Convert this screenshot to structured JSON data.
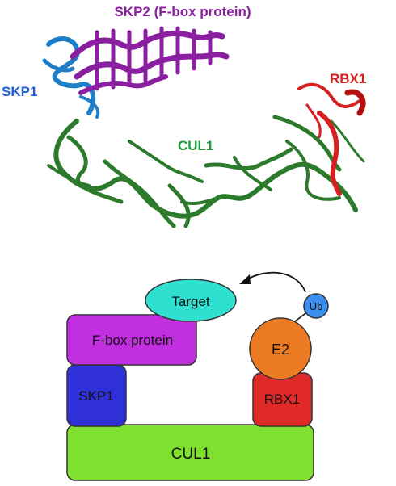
{
  "structure": {
    "labels": {
      "skp2": "SKP2 (F-box protein)",
      "skp1": "SKP1",
      "cul1": "CUL1",
      "rbx1": "RBX1"
    },
    "colors": {
      "skp2": "#8a1fa0",
      "skp1": "#1f5fd6",
      "skp1_ribbon": "#1e7fc8",
      "cul1_label": "#1e9e3a",
      "cul1_ribbon": "#2c7a2c",
      "rbx1": "#d62020"
    }
  },
  "schematic": {
    "labels": {
      "target": "Target",
      "fbox": "F-box protein",
      "skp1": "SKP1",
      "cul1": "CUL1",
      "rbx1": "RBX1",
      "e2": "E2",
      "ub": "Ub"
    },
    "colors": {
      "target": "#2fe0d0",
      "fbox": "#c22fe0",
      "skp1": "#3030d8",
      "cul1": "#7fe030",
      "rbx1": "#e02a2a",
      "e2": "#ec7a22",
      "ub": "#3a8ff0"
    }
  }
}
